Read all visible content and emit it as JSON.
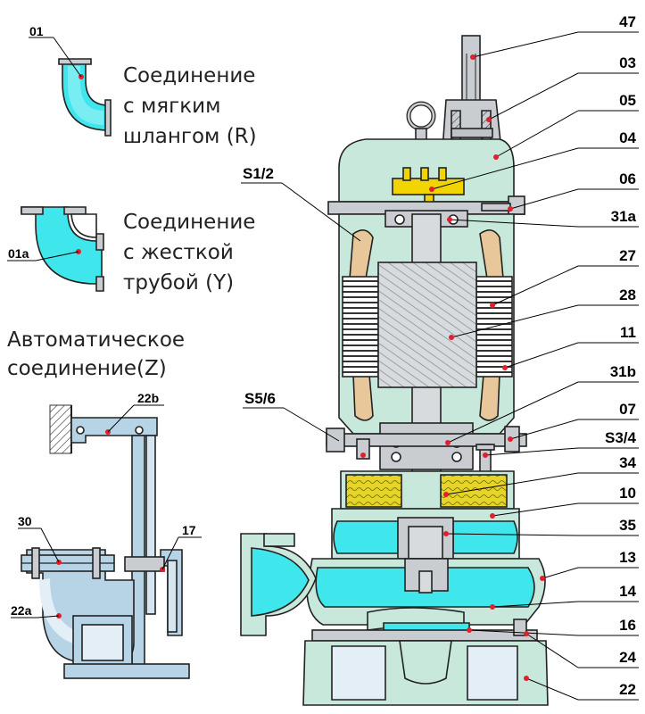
{
  "captions": {
    "hose_line1": "Соединение",
    "hose_line2": "с мягким",
    "hose_line3": "шлангом (R)",
    "pipe_line1": "Соединение",
    "pipe_line2": "с жесткой",
    "pipe_line3": "трубой (Y)",
    "auto_line1": "Автоматическое",
    "auto_line2": "соединение(Z)"
  },
  "left_labels": {
    "l01": "01",
    "l01a": "01a",
    "l22b": "22b",
    "l30": "30",
    "l17": "17",
    "l22a": "22a"
  },
  "pump_left_labels": {
    "s12": "S1/2",
    "s56": "S5/6"
  },
  "right_labels": [
    "47",
    "03",
    "05",
    "04",
    "06",
    "31a",
    "27",
    "28",
    "11",
    "31b",
    "07",
    "S3/4",
    "34",
    "10",
    "35",
    "13",
    "14",
    "16",
    "24",
    "22"
  ],
  "colors": {
    "water": "#3fe6ec",
    "body": "#c8e8dc",
    "oil": "#e6d42a",
    "winding": "#e8c89a",
    "steel": "#c9cdd2",
    "yellow_part": "#f2d400",
    "callout_dot": "#e0202a",
    "pipe_blue": "#b7d3e6"
  }
}
